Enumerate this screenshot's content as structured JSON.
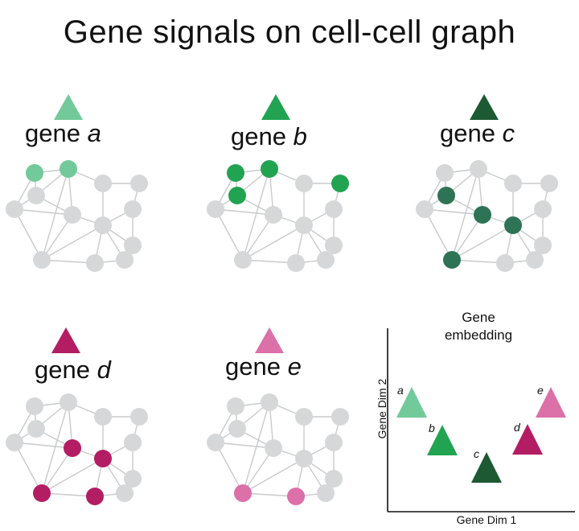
{
  "title": "Gene signals on cell-cell graph",
  "colors": {
    "node_gray": "#d6d7d8",
    "edge_gray": "#c9cacb",
    "gene_a": "#72c99a",
    "gene_b": "#22a352",
    "gene_c_marker": "#1d5a33",
    "gene_c_node": "#2e7356",
    "gene_d": "#b31d63",
    "gene_e": "#dc70a8"
  },
  "panels": [
    {
      "id": "a",
      "word": "gene",
      "letter": "a",
      "color": "#72c99a",
      "highlighted_nodes": [
        0,
        1
      ]
    },
    {
      "id": "b",
      "word": "gene",
      "letter": "b",
      "color": "#22a352",
      "highlighted_nodes": [
        0,
        1,
        2,
        4
      ]
    },
    {
      "id": "c",
      "word": "gene",
      "letter": "c",
      "color": "#2e7356",
      "marker_color": "#1d5a33",
      "highlighted_nodes": [
        2,
        6,
        8,
        10
      ]
    },
    {
      "id": "d",
      "word": "gene",
      "letter": "d",
      "color": "#b31d63",
      "highlighted_nodes": [
        6,
        8,
        10,
        11
      ]
    },
    {
      "id": "e",
      "word": "gene",
      "letter": "e",
      "color": "#dc70a8",
      "highlighted_nodes": [
        10,
        11
      ]
    }
  ],
  "embedding": {
    "title_line1": "Gene",
    "title_line2": "embedding",
    "xlabel": "Gene Dim 1",
    "ylabel": "Gene Dim 2",
    "points": [
      {
        "label": "a",
        "color": "#72c99a"
      },
      {
        "label": "b",
        "color": "#22a352"
      },
      {
        "label": "c",
        "color": "#1d5a33"
      },
      {
        "label": "d",
        "color": "#b31d63"
      },
      {
        "label": "e",
        "color": "#dc70a8"
      }
    ]
  }
}
